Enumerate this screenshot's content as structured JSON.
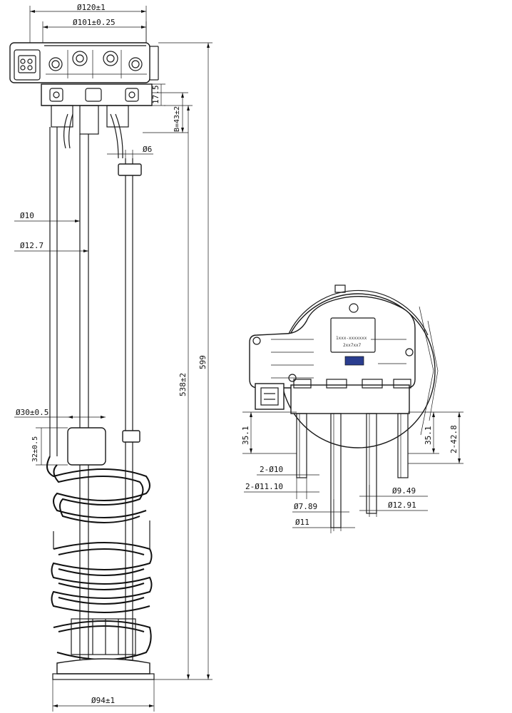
{
  "side_view": {
    "dims": {
      "overall_width": "Ø120±1",
      "flange_width": "Ø101±0.25",
      "flange_height": "17.5",
      "head_height": "B=43±2",
      "return_tube": "Ø6",
      "inner_tube": "Ø10",
      "outer_tube": "Ø12.7",
      "filter_dia": "Ø30±0.5",
      "filter_height": "32±0.5",
      "length_inner": "538±2",
      "length_overall": "599",
      "base_width": "Ø94±1"
    }
  },
  "top_view": {
    "label_text": {
      "part_number": "1xxx-xxxxxxx",
      "sub_text": "2xx7xx7"
    },
    "dims": {
      "left_height": "35.1",
      "right_height": "35.1",
      "right_overall": "2-42.8",
      "port_dia_a": "2-Ø10",
      "port_dia_b": "2-Ø11.10",
      "port_dia_c": "Ø7.89",
      "port_dia_d": "Ø11",
      "port_dia_e": "Ø9.49",
      "port_dia_f": "Ø12.91"
    }
  }
}
